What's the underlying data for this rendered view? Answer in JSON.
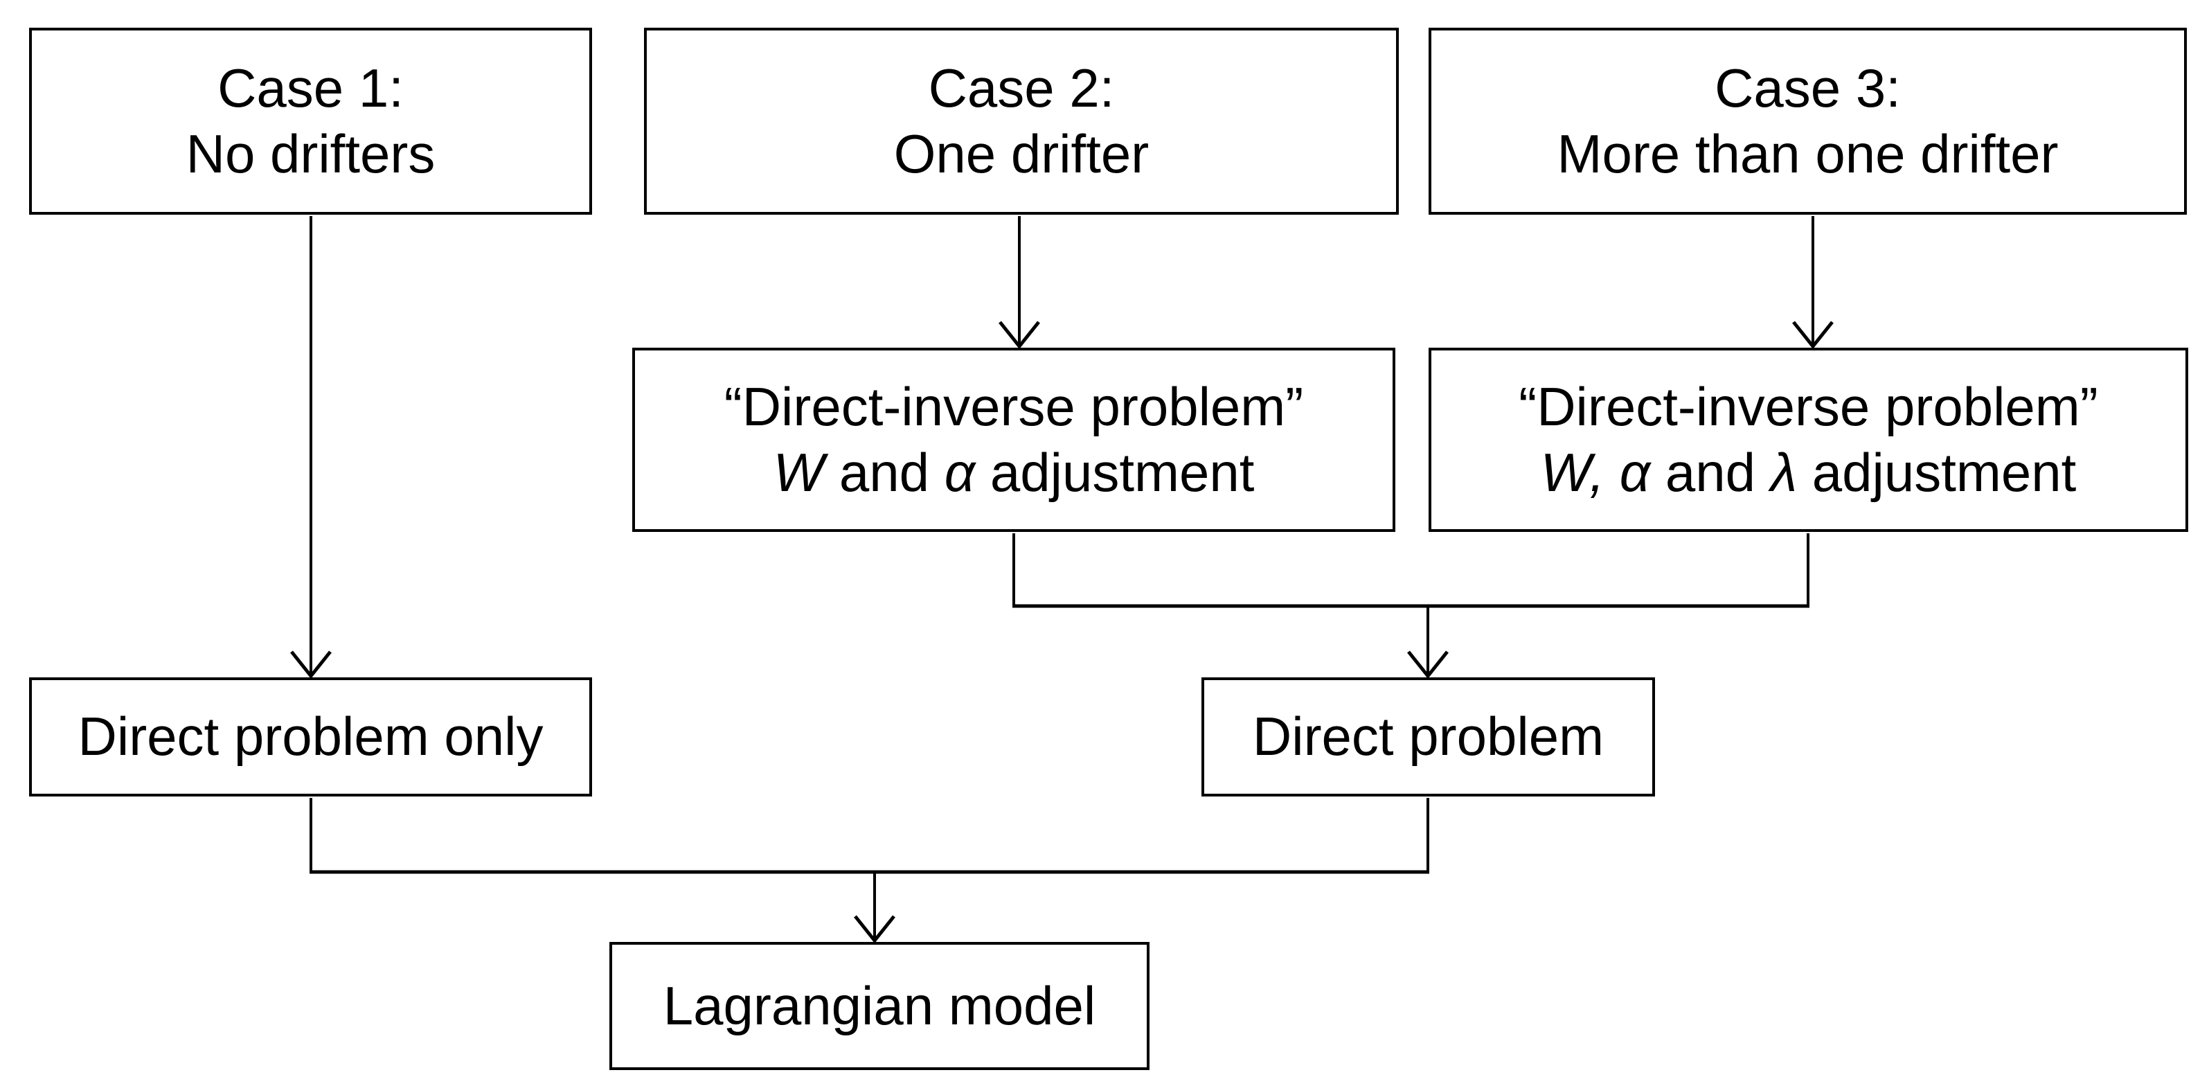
{
  "diagram": {
    "colors": {
      "background": "#ffffff",
      "line": "#000000",
      "box_border": "#000000",
      "text": "#000000"
    },
    "nodes": {
      "case1": {
        "line1": "Case 1:",
        "line2": "No drifters"
      },
      "case2": {
        "line1": "Case 2:",
        "line2": "One drifter"
      },
      "case3": {
        "line1": "Case 3:",
        "line2": "More than one drifter"
      },
      "direct_inverse_case2": {
        "line1": "“Direct-inverse problem”",
        "line2_parts": [
          {
            "text": "W",
            "italic": true
          },
          {
            "text": " and ",
            "italic": false
          },
          {
            "text": "α",
            "italic": true
          },
          {
            "text": " adjustment",
            "italic": false
          }
        ]
      },
      "direct_inverse_case3": {
        "line1": "“Direct-inverse problem”",
        "line2_parts": [
          {
            "text": "W,",
            "italic": true
          },
          {
            "text": " ",
            "italic": false
          },
          {
            "text": "α",
            "italic": true
          },
          {
            "text": " and ",
            "italic": false
          },
          {
            "text": "λ",
            "italic": true
          },
          {
            "text": " adjustment",
            "italic": false
          }
        ]
      },
      "direct_problem_only": {
        "label": "Direct problem only"
      },
      "direct_problem": {
        "label": "Direct problem"
      },
      "lagrangian_model": {
        "label": "Lagrangian model"
      }
    },
    "edges": [
      {
        "from": "case1",
        "to": "direct_problem_only"
      },
      {
        "from": "case2",
        "to": "direct_inverse_case2"
      },
      {
        "from": "case3",
        "to": "direct_inverse_case3"
      },
      {
        "from": "direct_inverse_case2",
        "to": "direct_problem"
      },
      {
        "from": "direct_inverse_case3",
        "to": "direct_problem"
      },
      {
        "from": "direct_problem_only",
        "to": "lagrangian_model"
      },
      {
        "from": "direct_problem",
        "to": "lagrangian_model"
      }
    ]
  }
}
